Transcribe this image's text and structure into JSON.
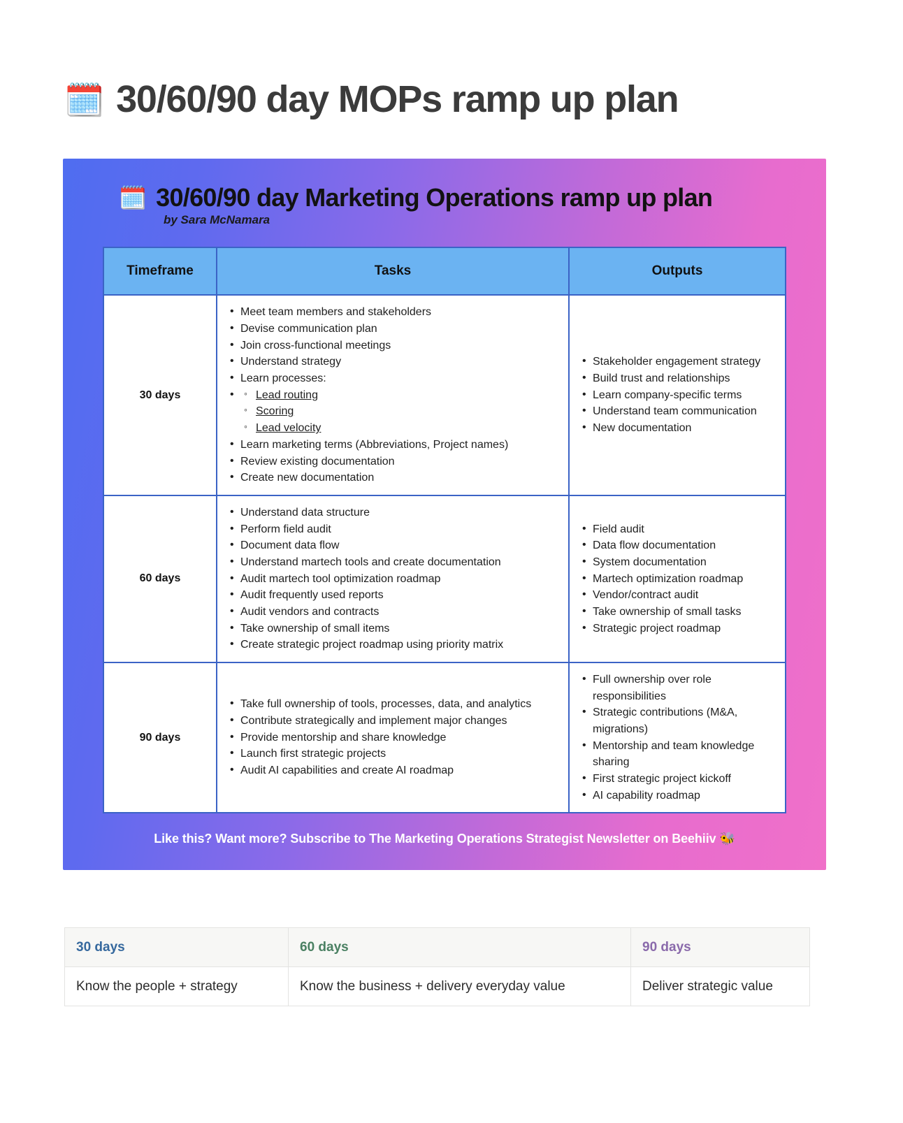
{
  "page": {
    "title": "30/60/90 day MOPs ramp up plan",
    "title_emoji": "🗓️"
  },
  "infographic": {
    "heading": "30/60/90 day Marketing Operations ramp up plan",
    "heading_emoji": "🗓️",
    "byline": "by Sara McNamara",
    "gradient_start": "#4f6df0",
    "gradient_end": "#f070c9",
    "header_fill": "#6bb3f2",
    "border_color": "#3b63c6",
    "columns": {
      "timeframe": "Timeframe",
      "tasks": "Tasks",
      "outputs": "Outputs"
    },
    "rows": [
      {
        "timeframe": "30 days",
        "tasks": [
          "Meet team members and stakeholders",
          "Devise communication plan",
          "Join cross-functional meetings",
          "Understand strategy",
          "Learn processes:",
          "Learn marketing terms (Abbreviations, Project names)",
          "Review existing documentation",
          "Create new documentation"
        ],
        "subtasks": [
          "Lead routing",
          "Scoring",
          "Lead velocity"
        ],
        "subtasks_after_index": 4,
        "outputs": [
          "Stakeholder engagement strategy",
          "Build trust and relationships",
          "Learn company-specific terms",
          "Understand team communication",
          "New documentation"
        ]
      },
      {
        "timeframe": "60 days",
        "tasks": [
          "Understand data structure",
          "Perform field audit",
          "Document data flow",
          "Understand martech tools and create documentation",
          "Audit martech tool optimization roadmap",
          "Audit frequently used reports",
          "Audit vendors and contracts",
          "Take ownership of small items",
          "Create strategic project roadmap using priority matrix"
        ],
        "subtasks": [],
        "outputs": [
          "Field audit",
          "Data flow documentation",
          "System documentation",
          "Martech optimization roadmap",
          "Vendor/contract audit",
          "Take ownership of small tasks",
          "Strategic project roadmap"
        ]
      },
      {
        "timeframe": "90 days",
        "tasks": [
          "Take full ownership of tools, processes, data, and analytics",
          "Contribute strategically and implement major changes",
          "Provide mentorship and share knowledge",
          "Launch first strategic projects",
          "Audit AI capabilities and create AI roadmap"
        ],
        "subtasks": [],
        "outputs": [
          "Full ownership over role responsibilities",
          "Strategic contributions (M&A, migrations)",
          "Mentorship and team knowledge sharing",
          "First strategic project kickoff",
          "AI capability roadmap"
        ]
      }
    ],
    "cta": "Like this? Want more? Subscribe to The Marketing Operations Strategist Newsletter on Beehiiv",
    "cta_emoji": "🐝"
  },
  "summary_table": {
    "headers": [
      {
        "label": "30 days",
        "color": "#36699e"
      },
      {
        "label": "60 days",
        "color": "#4a8062"
      },
      {
        "label": "90 days",
        "color": "#8a6aab"
      }
    ],
    "values": [
      "Know the people + strategy",
      "Know the business + delivery everyday value",
      "Deliver strategic value"
    ]
  }
}
